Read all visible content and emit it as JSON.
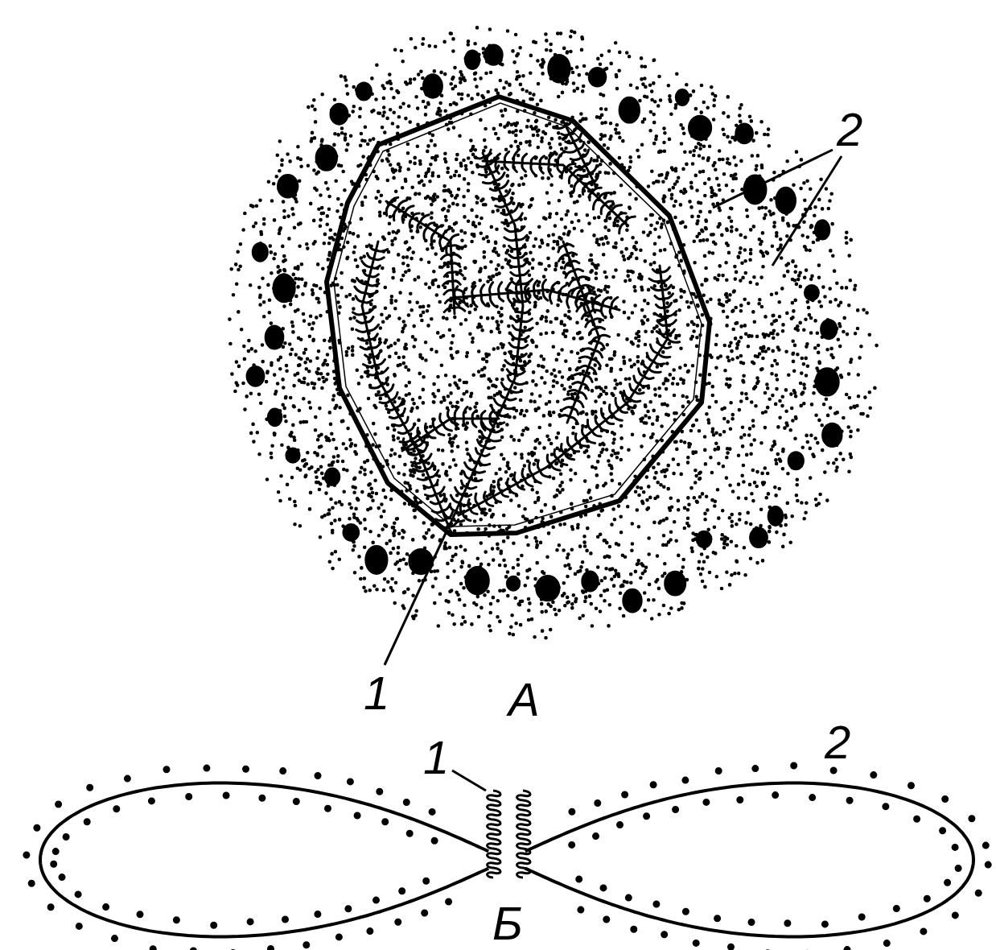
{
  "diagram": {
    "labels": [
      "2",
      "1",
      "А",
      "1",
      "2",
      "Б"
    ]
  }
}
